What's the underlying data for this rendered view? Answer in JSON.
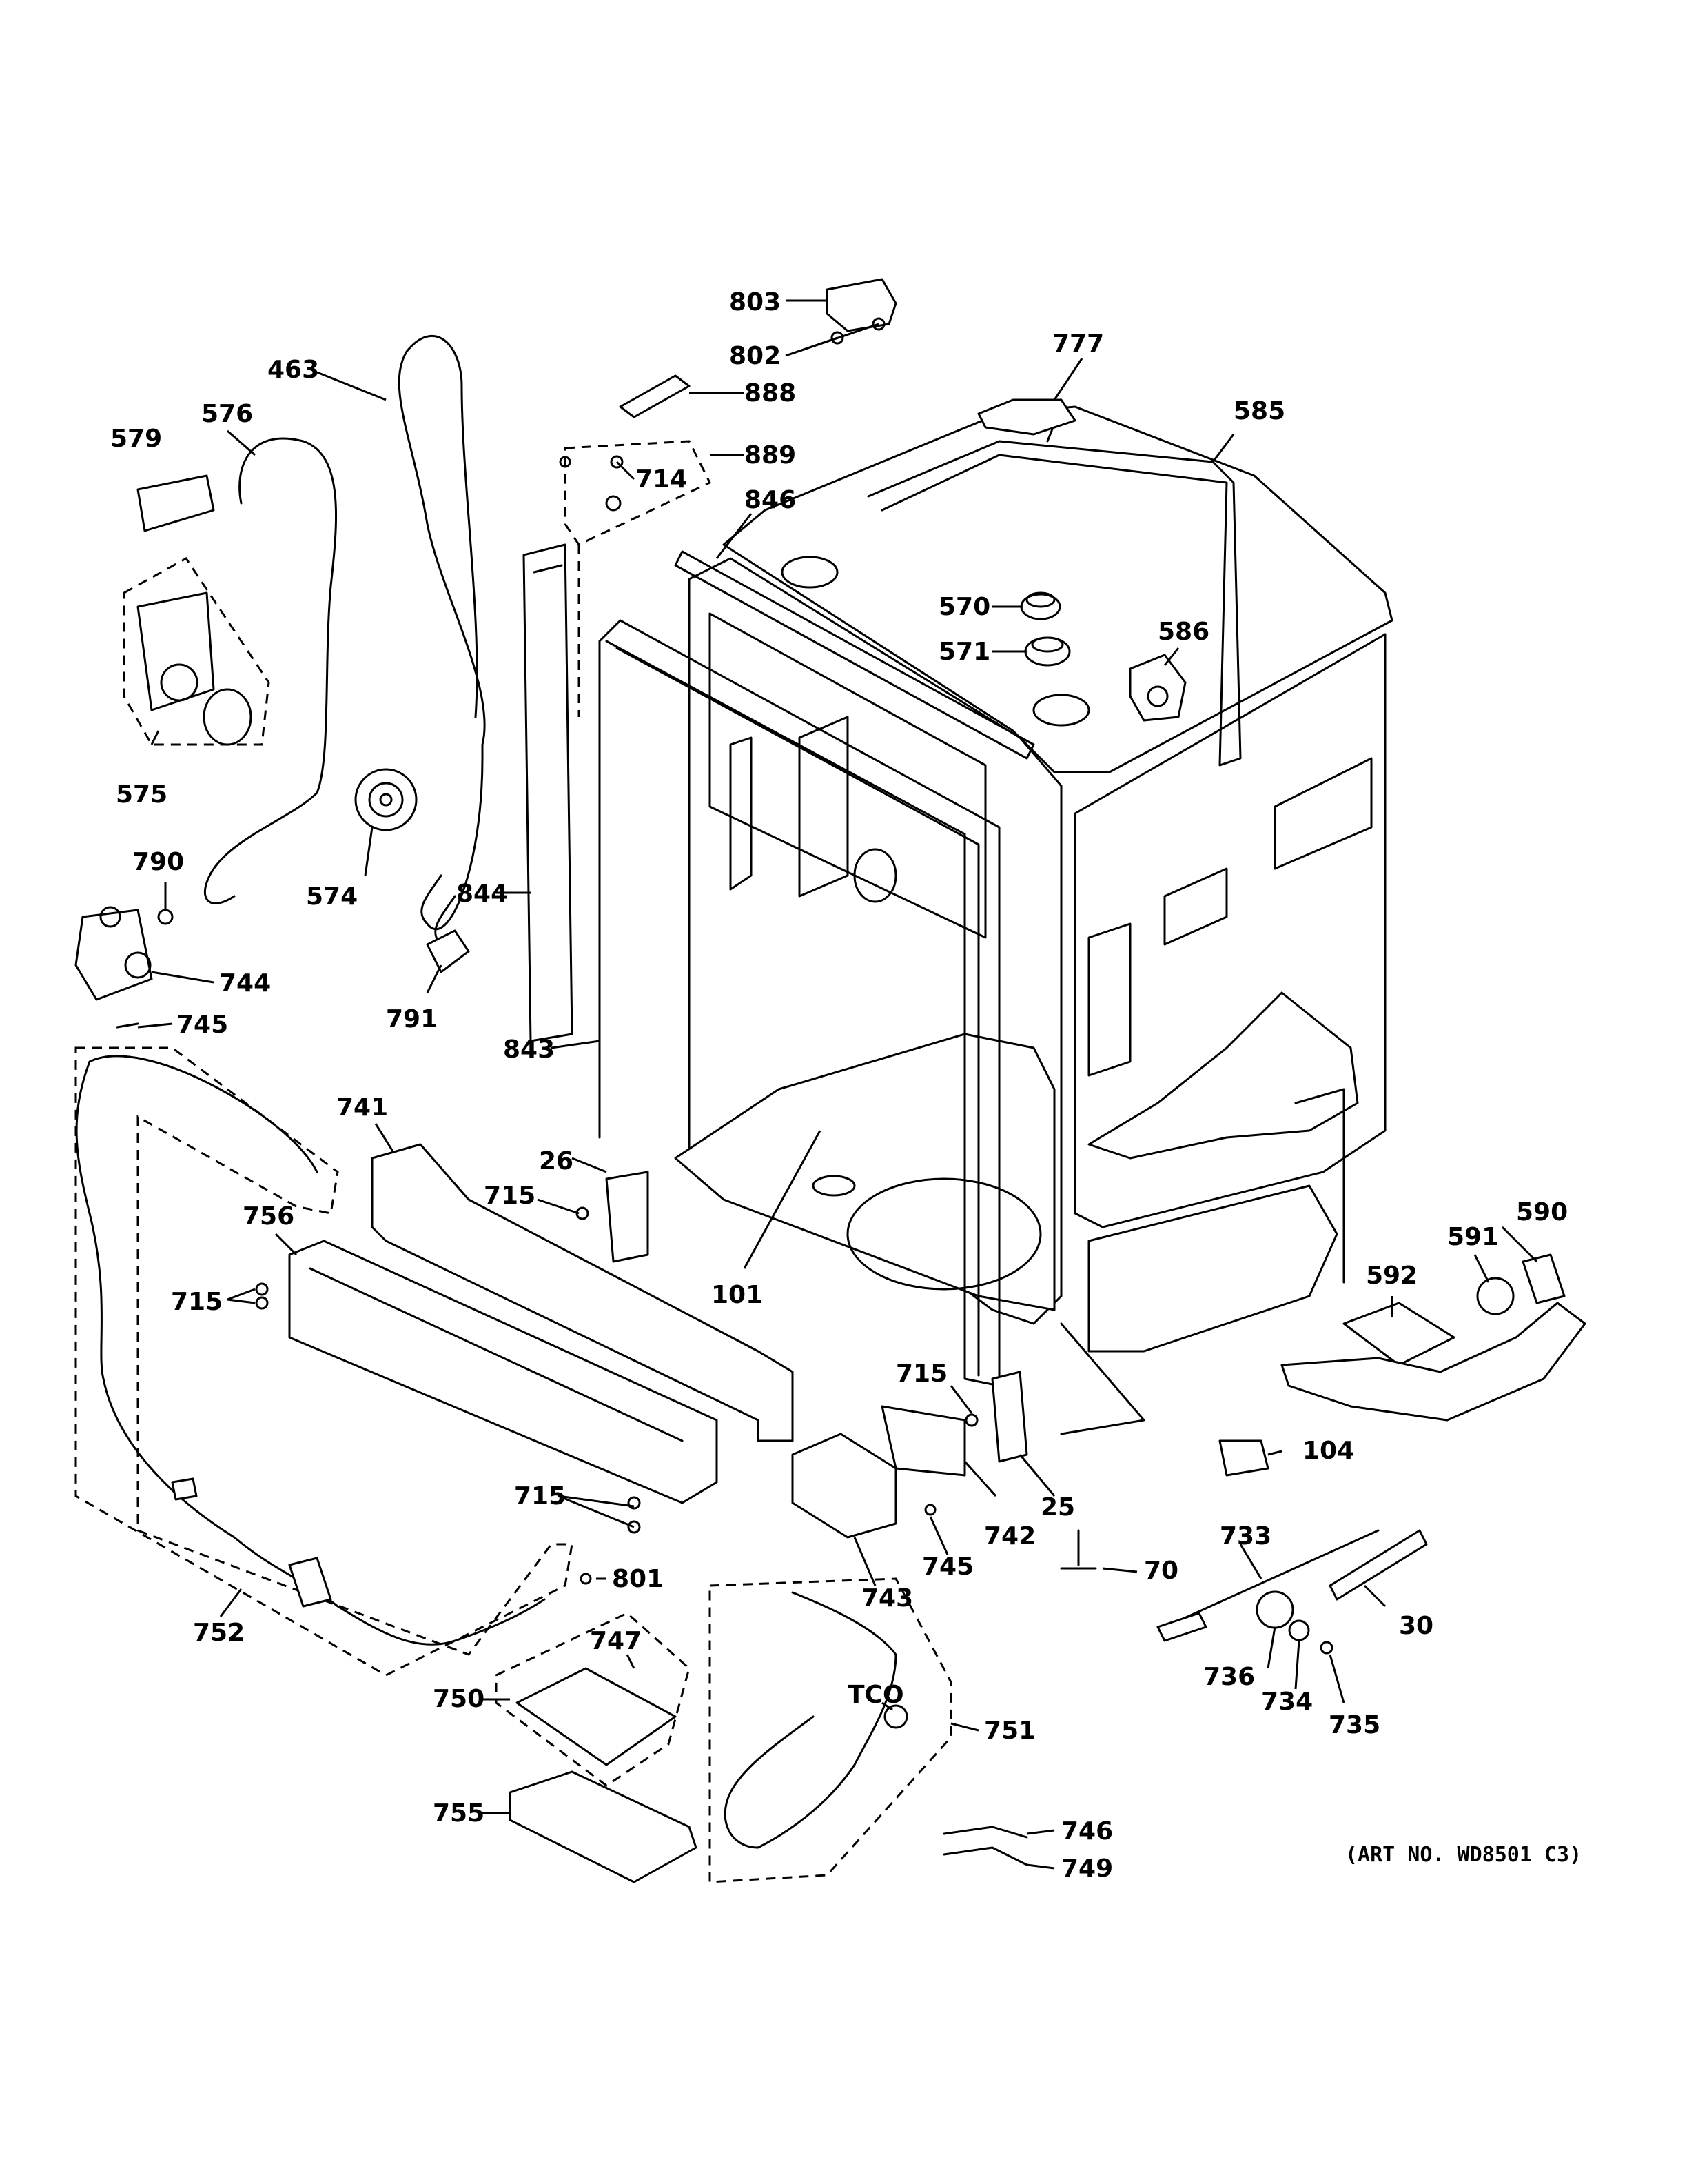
{
  "diagram": {
    "art_number": "(ART NO. WD8501 C3)",
    "callouts": [
      {
        "id": "803",
        "label": "803"
      },
      {
        "id": "802",
        "label": "802"
      },
      {
        "id": "888",
        "label": "888"
      },
      {
        "id": "889",
        "label": "889"
      },
      {
        "id": "714",
        "label": "714"
      },
      {
        "id": "846",
        "label": "846"
      },
      {
        "id": "777",
        "label": "777"
      },
      {
        "id": "585",
        "label": "585"
      },
      {
        "id": "570",
        "label": "570"
      },
      {
        "id": "571",
        "label": "571"
      },
      {
        "id": "586",
        "label": "586"
      },
      {
        "id": "463",
        "label": "463"
      },
      {
        "id": "576",
        "label": "576"
      },
      {
        "id": "579",
        "label": "579"
      },
      {
        "id": "575",
        "label": "575"
      },
      {
        "id": "574",
        "label": "574"
      },
      {
        "id": "790",
        "label": "790"
      },
      {
        "id": "744",
        "label": "744"
      },
      {
        "id": "745a",
        "label": "745"
      },
      {
        "id": "844",
        "label": "844"
      },
      {
        "id": "791",
        "label": "791"
      },
      {
        "id": "843",
        "label": "843"
      },
      {
        "id": "741",
        "label": "741"
      },
      {
        "id": "26",
        "label": "26"
      },
      {
        "id": "715a",
        "label": "715"
      },
      {
        "id": "756",
        "label": "756"
      },
      {
        "id": "715b",
        "label": "715"
      },
      {
        "id": "101",
        "label": "101"
      },
      {
        "id": "592",
        "label": "592"
      },
      {
        "id": "591",
        "label": "591"
      },
      {
        "id": "590",
        "label": "590"
      },
      {
        "id": "715c",
        "label": "715"
      },
      {
        "id": "104",
        "label": "104"
      },
      {
        "id": "25",
        "label": "25"
      },
      {
        "id": "742",
        "label": "742"
      },
      {
        "id": "715d",
        "label": "715"
      },
      {
        "id": "745b",
        "label": "745"
      },
      {
        "id": "743",
        "label": "743"
      },
      {
        "id": "70",
        "label": "70"
      },
      {
        "id": "733",
        "label": "733"
      },
      {
        "id": "30",
        "label": "30"
      },
      {
        "id": "801",
        "label": "801"
      },
      {
        "id": "752",
        "label": "752"
      },
      {
        "id": "747",
        "label": "747"
      },
      {
        "id": "750",
        "label": "750"
      },
      {
        "id": "tco",
        "label": "TCO"
      },
      {
        "id": "751",
        "label": "751"
      },
      {
        "id": "736",
        "label": "736"
      },
      {
        "id": "734",
        "label": "734"
      },
      {
        "id": "735",
        "label": "735"
      },
      {
        "id": "755",
        "label": "755"
      },
      {
        "id": "746",
        "label": "746"
      },
      {
        "id": "749",
        "label": "749"
      }
    ]
  }
}
